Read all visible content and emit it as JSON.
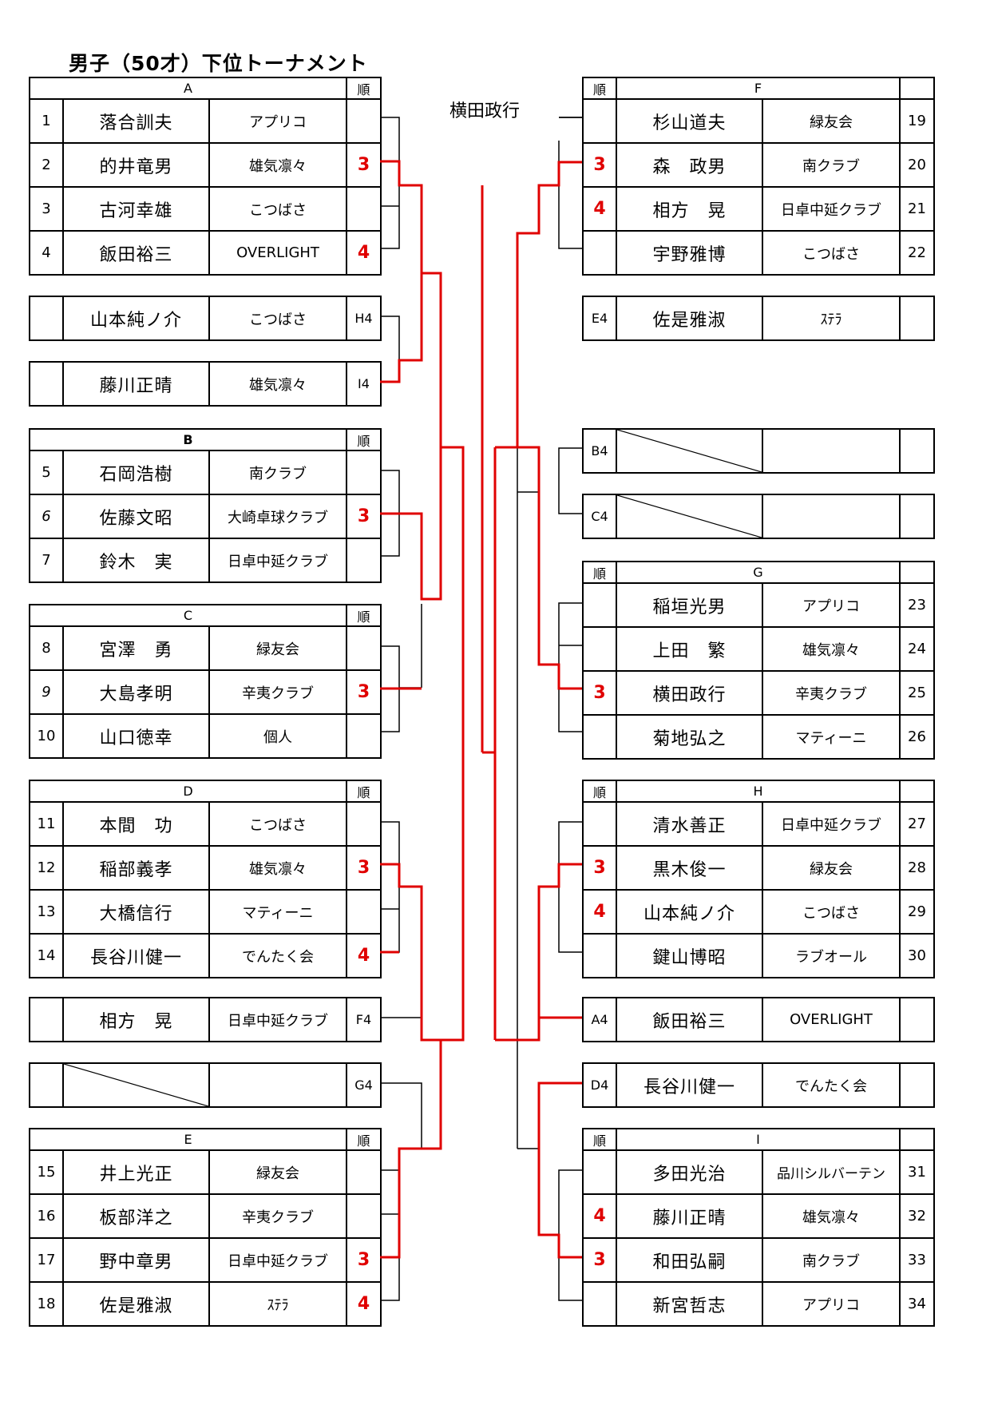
{
  "title": "男子（50才）下位トーナメント",
  "winner": "横田政行",
  "rank_header": "順",
  "left": {
    "group_a": {
      "label": "A",
      "rows": [
        {
          "num": "1",
          "name": "落合訓夫",
          "club": "アプリコ",
          "rank": ""
        },
        {
          "num": "2",
          "name": "的井竜男",
          "club": "雄気凛々",
          "rank": "3"
        },
        {
          "num": "3",
          "name": "古河幸雄",
          "club": "こつばさ",
          "rank": ""
        },
        {
          "num": "4",
          "name": "飯田裕三",
          "club": "OVERLIGHT",
          "rank": "4"
        }
      ]
    },
    "extra_h4": {
      "name": "山本純ノ介",
      "club": "こつばさ",
      "slot": "H4"
    },
    "extra_i4": {
      "name": "藤川正晴",
      "club": "雄気凛々",
      "slot": "I4"
    },
    "group_b": {
      "label": "B",
      "rows": [
        {
          "num": "5",
          "name": "石岡浩樹",
          "club": "南クラブ",
          "rank": ""
        },
        {
          "num": "6",
          "name": "佐藤文昭",
          "club": "大崎卓球クラブ",
          "rank": "3"
        },
        {
          "num": "7",
          "name": "鈴木　実",
          "club": "日卓中延クラブ",
          "rank": ""
        }
      ]
    },
    "group_c": {
      "label": "C",
      "rows": [
        {
          "num": "8",
          "name": "宮澤　勇",
          "club": "緑友会",
          "rank": ""
        },
        {
          "num": "9",
          "name": "大島孝明",
          "club": "辛夷クラブ",
          "rank": "3"
        },
        {
          "num": "10",
          "name": "山口徳幸",
          "club": "個人",
          "rank": ""
        }
      ]
    },
    "group_d": {
      "label": "D",
      "rows": [
        {
          "num": "11",
          "name": "本間　功",
          "club": "こつばさ",
          "rank": ""
        },
        {
          "num": "12",
          "name": "稲部義孝",
          "club": "雄気凛々",
          "rank": "3"
        },
        {
          "num": "13",
          "name": "大橋信行",
          "club": "マティーニ",
          "rank": ""
        },
        {
          "num": "14",
          "name": "長谷川健一",
          "club": "でんたく会",
          "rank": "4"
        }
      ]
    },
    "extra_f4": {
      "name": "相方　晃",
      "club": "日卓中延クラブ",
      "slot": "F4"
    },
    "extra_g4": {
      "slot": "G4"
    },
    "group_e": {
      "label": "E",
      "rows": [
        {
          "num": "15",
          "name": "井上光正",
          "club": "緑友会",
          "rank": ""
        },
        {
          "num": "16",
          "name": "板部洋之",
          "club": "辛夷クラブ",
          "rank": ""
        },
        {
          "num": "17",
          "name": "野中章男",
          "club": "日卓中延クラブ",
          "rank": "3"
        },
        {
          "num": "18",
          "name": "佐是雅淑",
          "club": "ｽﾃﾗ",
          "rank": "4"
        }
      ]
    }
  },
  "right": {
    "group_f": {
      "label": "F",
      "rows": [
        {
          "num": "19",
          "name": "杉山道夫",
          "club": "緑友会",
          "rank": ""
        },
        {
          "num": "20",
          "name": "森　政男",
          "club": "南クラブ",
          "rank": "3"
        },
        {
          "num": "21",
          "name": "相方　晃",
          "club": "日卓中延クラブ",
          "rank": "4"
        },
        {
          "num": "22",
          "name": "宇野雅博",
          "club": "こつばさ",
          "rank": ""
        }
      ]
    },
    "extra_e4": {
      "name": "佐是雅淑",
      "club": "ｽﾃﾗ",
      "slot": "E4"
    },
    "extra_b4": {
      "slot": "B4"
    },
    "extra_c4": {
      "slot": "C4"
    },
    "group_g": {
      "label": "G",
      "rows": [
        {
          "num": "23",
          "name": "稲垣光男",
          "club": "アプリコ",
          "rank": ""
        },
        {
          "num": "24",
          "name": "上田　繁",
          "club": "雄気凛々",
          "rank": ""
        },
        {
          "num": "25",
          "name": "横田政行",
          "club": "辛夷クラブ",
          "rank": "3"
        },
        {
          "num": "26",
          "name": "菊地弘之",
          "club": "マティーニ",
          "rank": ""
        }
      ]
    },
    "group_h": {
      "label": "H",
      "rows": [
        {
          "num": "27",
          "name": "清水善正",
          "club": "日卓中延クラブ",
          "rank": ""
        },
        {
          "num": "28",
          "name": "黒木俊一",
          "club": "緑友会",
          "rank": "3"
        },
        {
          "num": "29",
          "name": "山本純ノ介",
          "club": "こつばさ",
          "rank": "4"
        },
        {
          "num": "30",
          "name": "鍵山博昭",
          "club": "ラブオール",
          "rank": ""
        }
      ]
    },
    "extra_a4": {
      "name": "飯田裕三",
      "club": "OVERLIGHT",
      "slot": "A4"
    },
    "extra_d4": {
      "name": "長谷川健一",
      "club": "でんたく会",
      "slot": "D4"
    },
    "group_i": {
      "label": "I",
      "rows": [
        {
          "num": "31",
          "name": "多田光治",
          "club": "品川シルバーテン",
          "rank": ""
        },
        {
          "num": "32",
          "name": "藤川正晴",
          "club": "雄気凛々",
          "rank": "4"
        },
        {
          "num": "33",
          "name": "和田弘嗣",
          "club": "南クラブ",
          "rank": "3"
        },
        {
          "num": "34",
          "name": "新宮哲志",
          "club": "アプリコ",
          "rank": ""
        }
      ]
    }
  }
}
